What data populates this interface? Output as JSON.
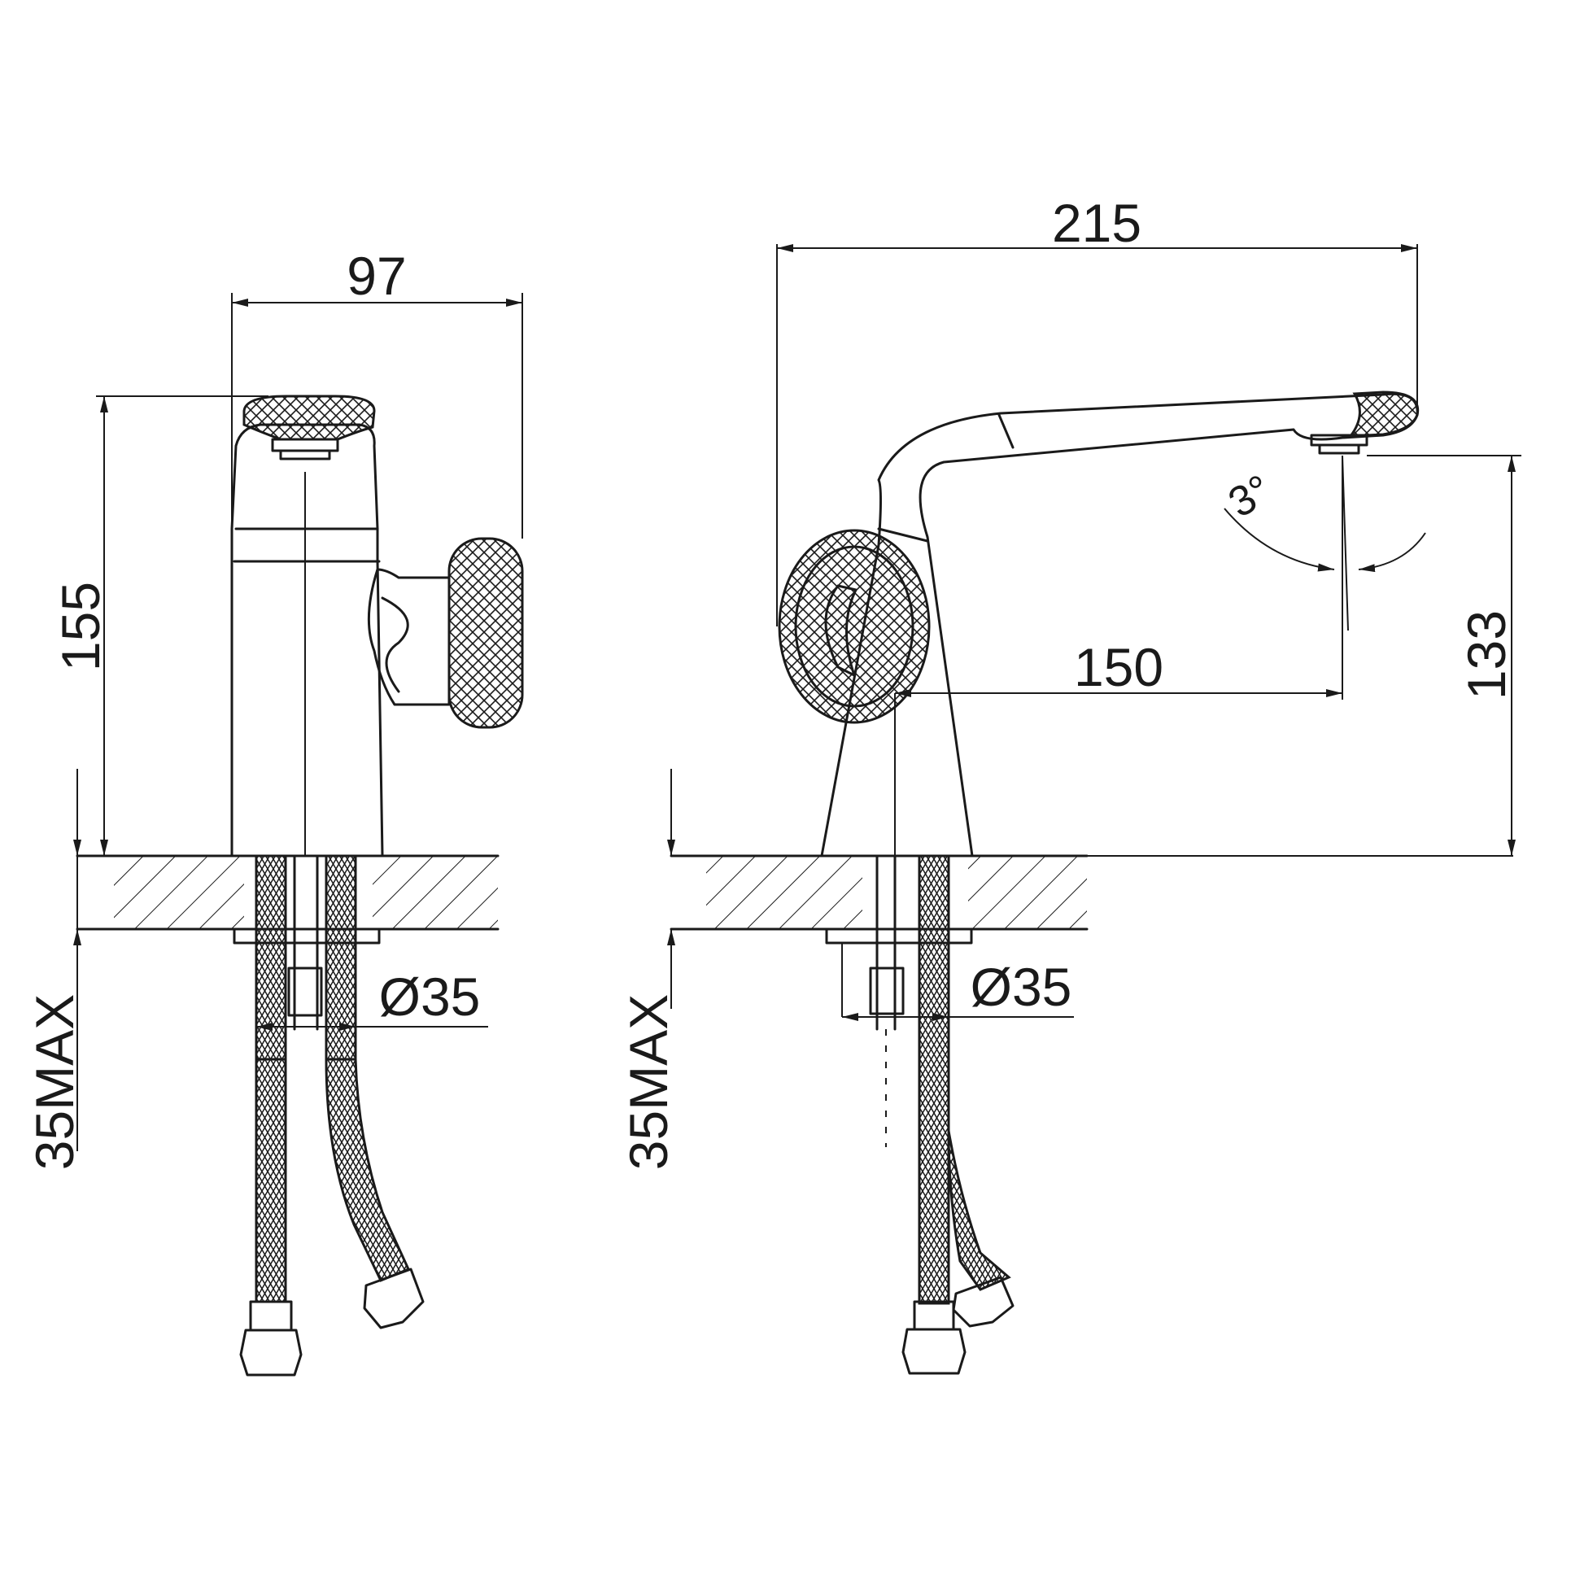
{
  "dimensions": {
    "left_width": "97",
    "left_height": "155",
    "left_counter_thickness": "35MAX",
    "left_hole_diameter": "Ø35",
    "right_length": "215",
    "right_spout_reach": "150",
    "right_spout_height": "133",
    "right_angle": "3°",
    "right_counter_thickness": "35MAX",
    "right_hole_diameter": "Ø35"
  },
  "colors": {
    "line": "#1a1a1a",
    "background": "#ffffff"
  }
}
